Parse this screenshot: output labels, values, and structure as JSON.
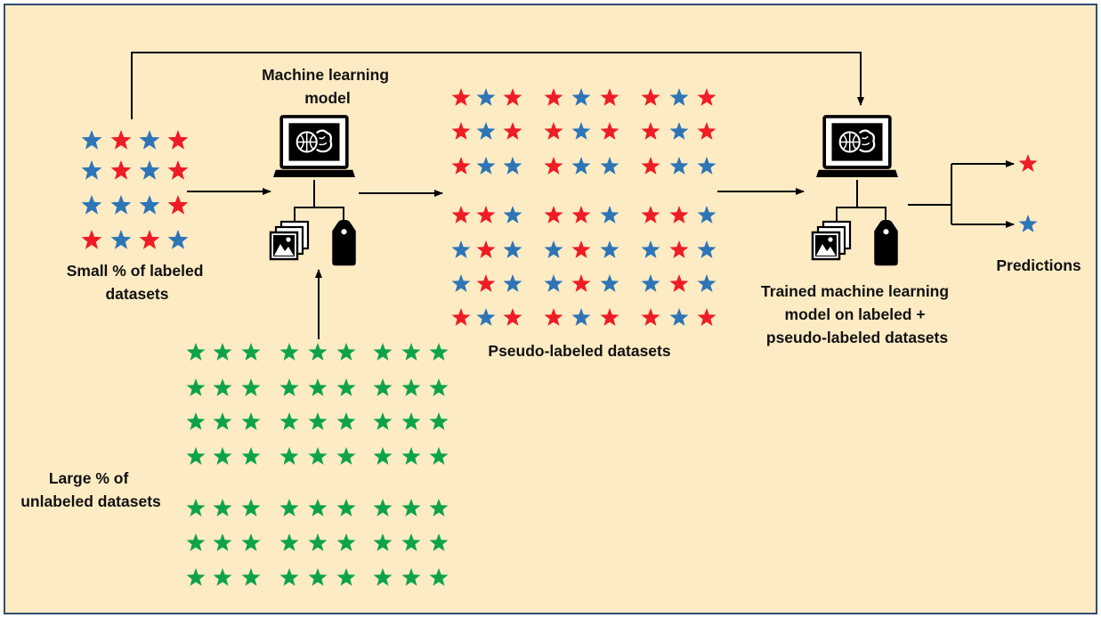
{
  "colors": {
    "background": "#fdebc4",
    "red_star": "#ee1c24",
    "blue_star": "#2e75b6",
    "green_star": "#0ea34a",
    "line": "#000000"
  },
  "labels": {
    "model_title": [
      "Machine learning",
      "model"
    ],
    "small_labeled": [
      "Small % of labeled",
      "datasets"
    ],
    "large_unlabeled": [
      "Large % of",
      "unlabeled datasets"
    ],
    "pseudo_labeled": "Pseudo-labeled datasets",
    "trained_model": [
      "Trained machine learning",
      "model on labeled +",
      "pseudo-labeled datasets"
    ],
    "predictions": "Predictions"
  },
  "labeled_grid": [
    [
      "B",
      "R",
      "B",
      "R"
    ],
    [
      "B",
      "R",
      "B",
      "R"
    ],
    [
      "B",
      "B",
      "B",
      "R"
    ],
    [
      "R",
      "B",
      "R",
      "B"
    ]
  ],
  "pseudo_grid": [
    [
      "R",
      "B",
      "R",
      "R",
      "B",
      "R",
      "R",
      "B",
      "R"
    ],
    [
      "R",
      "B",
      "R",
      "R",
      "B",
      "R",
      "R",
      "B",
      "R"
    ],
    [
      "R",
      "B",
      "B",
      "R",
      "B",
      "B",
      "R",
      "B",
      "B"
    ],
    [
      "R",
      "R",
      "B",
      "R",
      "R",
      "B",
      "R",
      "R",
      "B"
    ],
    [
      "B",
      "R",
      "B",
      "B",
      "R",
      "B",
      "B",
      "R",
      "B"
    ],
    [
      "B",
      "R",
      "B",
      "B",
      "R",
      "B",
      "B",
      "R",
      "B"
    ],
    [
      "R",
      "B",
      "R",
      "R",
      "B",
      "R",
      "R",
      "B",
      "R"
    ]
  ],
  "unlabeled_grid": {
    "rows": 7,
    "cols": 9
  },
  "prediction_classes": [
    "R",
    "B"
  ],
  "icons": [
    "laptop-icon",
    "brain-globe-icon",
    "image-stack-icon",
    "tag-icon",
    "star-icon"
  ]
}
